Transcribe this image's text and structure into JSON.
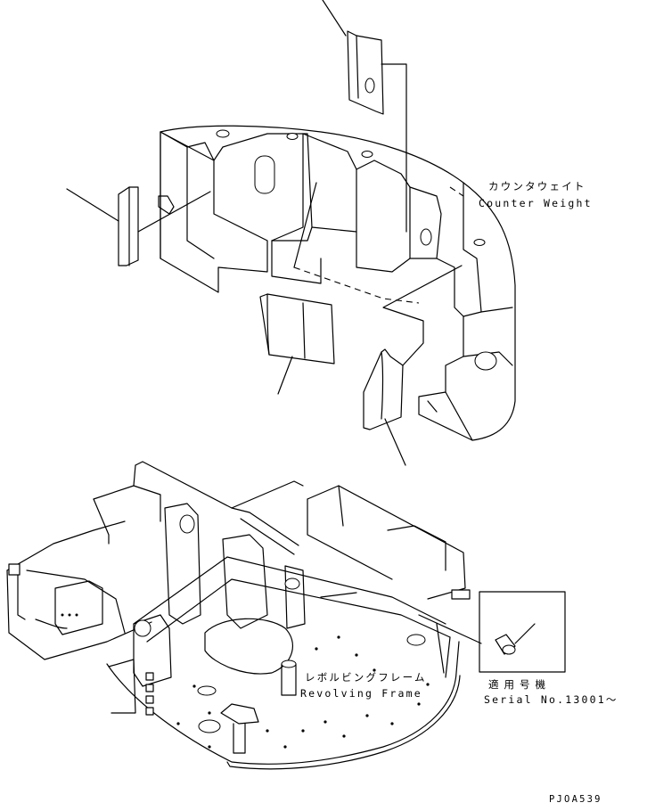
{
  "title": "",
  "labels": {
    "counter_weight_jp": "カウンタウェイト",
    "counter_weight_en": "Counter Weight",
    "revolving_frame_jp": "レボルビングフレーム",
    "revolving_frame_en": "Revolving Frame",
    "serial_jp": "適用号機",
    "serial_en": "Serial No.13001～"
  },
  "drawing_code": "PJOA539",
  "icons": [
    "counter-weight-icon",
    "revolving-frame-icon",
    "plug-part-icon",
    "insulation-pad-icon"
  ]
}
